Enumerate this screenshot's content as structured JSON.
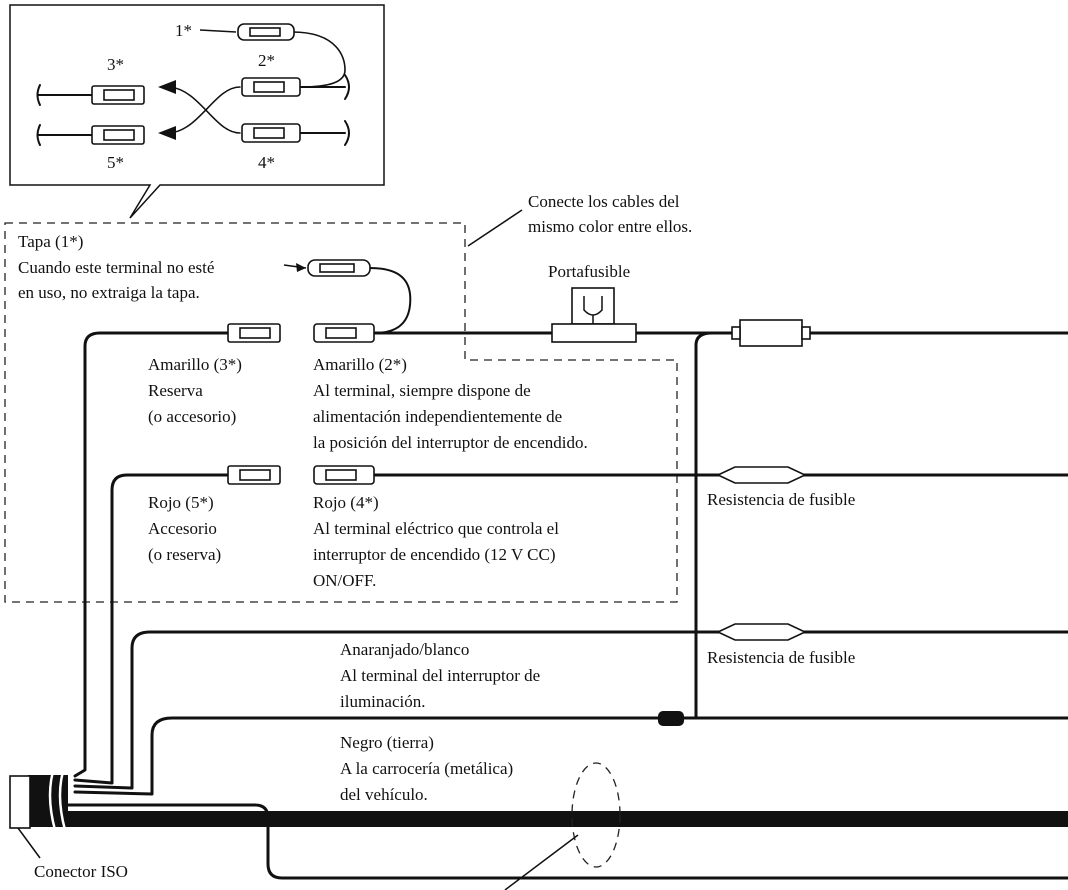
{
  "inset": {
    "labels": {
      "n1": "1*",
      "n2": "2*",
      "n3": "3*",
      "n4": "4*",
      "n5": "5*"
    }
  },
  "notes": {
    "connect_same_color": [
      "Conecte los cables del",
      "mismo color entre ellos."
    ],
    "fuse_holder": "Portafusible",
    "cap_title": "Tapa (1*)",
    "cap_text": [
      "Cuando este terminal no esté",
      "en uso, no extraiga la tapa."
    ]
  },
  "wires": {
    "yellow3": [
      "Amarillo (3*)",
      "Reserva",
      "(o accesorio)"
    ],
    "yellow2": [
      "Amarillo (2*)",
      "Al terminal, siempre dispone de",
      "alimentación independientemente de",
      "la posición del interruptor de encendido."
    ],
    "red5": [
      "Rojo (5*)",
      "Accesorio",
      "(o reserva)"
    ],
    "red4": [
      "Rojo (4*)",
      "Al terminal eléctrico que controla el",
      "interruptor de encendido (12 V CC)",
      "ON/OFF."
    ],
    "fuse_resistor_1": "Resistencia de fusible",
    "fuse_resistor_2": "Resistencia de fusible",
    "orange_white": [
      "Anaranjado/blanco",
      "Al terminal del interruptor de",
      "iluminación."
    ],
    "black": [
      "Negro (tierra)",
      "A la carrocería (metálica)",
      "del vehículo."
    ],
    "iso_connector": "Conector ISO"
  },
  "colors": {
    "line": "#111111",
    "background": "#ffffff"
  }
}
